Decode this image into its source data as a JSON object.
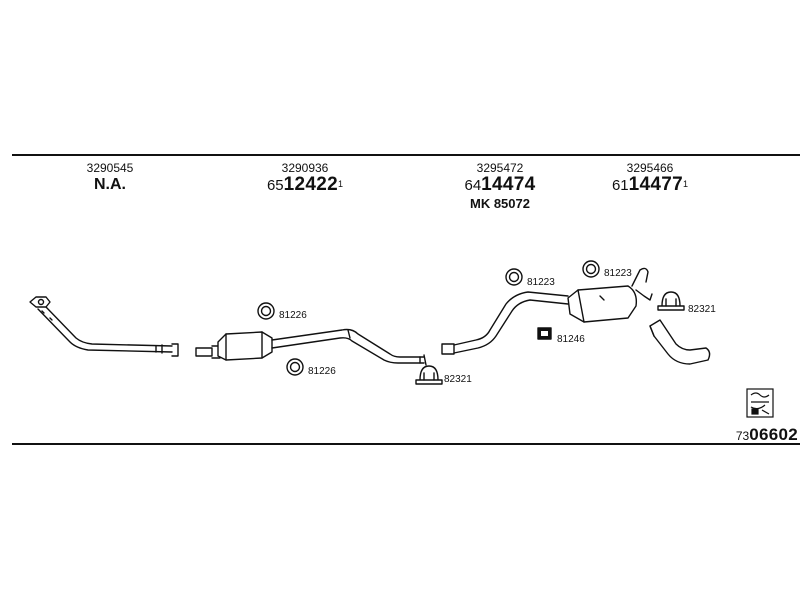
{
  "columns": [
    {
      "oe": "3290545",
      "na": "N.A."
    },
    {
      "oe": "3290936",
      "prefix": "65",
      "number": "12422",
      "sup": "1"
    },
    {
      "oe": "3295472",
      "prefix": "64",
      "number": "14474",
      "mk": "MK 85072"
    },
    {
      "oe": "3295466",
      "prefix": "61",
      "number": "14477",
      "sup": "1"
    }
  ],
  "parts": {
    "clamp_upper_left": "81226",
    "clamp_lower_left": "81226",
    "gasket_center": "82321",
    "ring_center_top": "81223",
    "ring_right_top": "81223",
    "bracket_center": "81246",
    "gasket_right": "82321"
  },
  "reference": {
    "prefix": "73",
    "number": "06602"
  },
  "icons": {
    "diagram": "catalog-book-icon"
  }
}
